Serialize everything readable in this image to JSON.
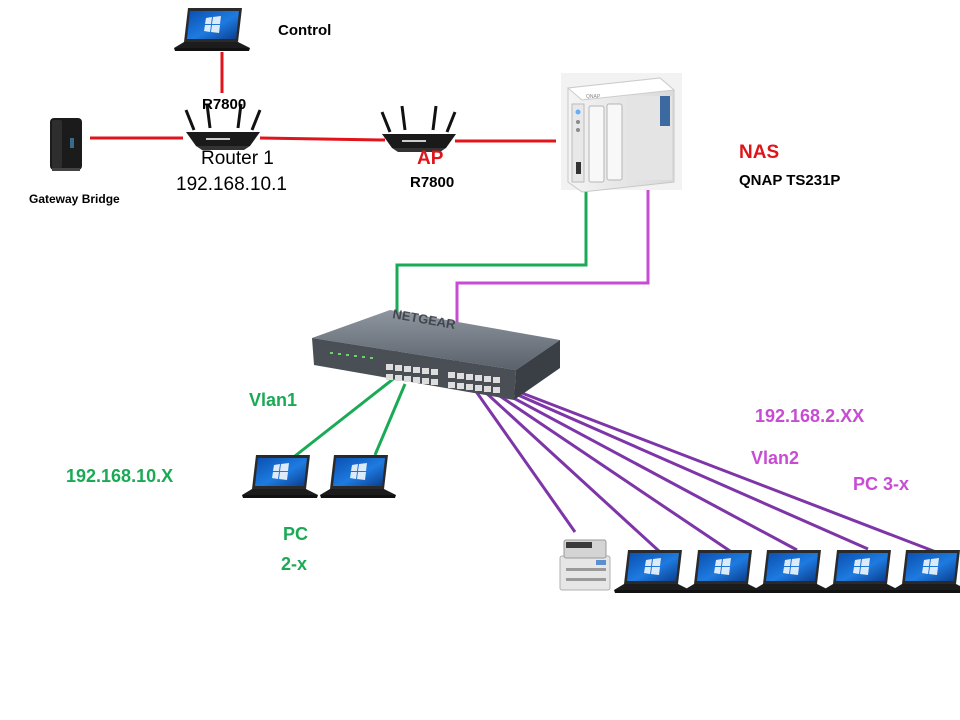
{
  "colors": {
    "red": "#e0141b",
    "green": "#1aaa55",
    "magenta": "#c84bd4",
    "purple": "#7d35a8",
    "dark": "#000000"
  },
  "labels": {
    "control": "Control",
    "r7800_top": "R7800",
    "router1_name": "Router 1",
    "router1_ip": "192.168.10.1",
    "ap_title": "AP",
    "ap_model": "R7800",
    "nas_title": "NAS",
    "nas_model": "QNAP TS231P",
    "gateway_bridge": "Gateway Bridge",
    "vlan1": "Vlan1",
    "vlan1_subnet": "192.168.10.X",
    "pc2_line1": "PC",
    "pc2_line2": "2-x",
    "vlan2_subnet": "192.168.2.XX",
    "vlan2": "Vlan2",
    "pc3": "PC 3-x"
  },
  "devices": {
    "switch_brand": "NETGEAR",
    "nas_brand": "QNAP"
  },
  "icons": [
    "laptop-icon",
    "router-icon",
    "nas-icon",
    "gateway-bridge-icon",
    "network-switch-icon",
    "printer-icon"
  ]
}
